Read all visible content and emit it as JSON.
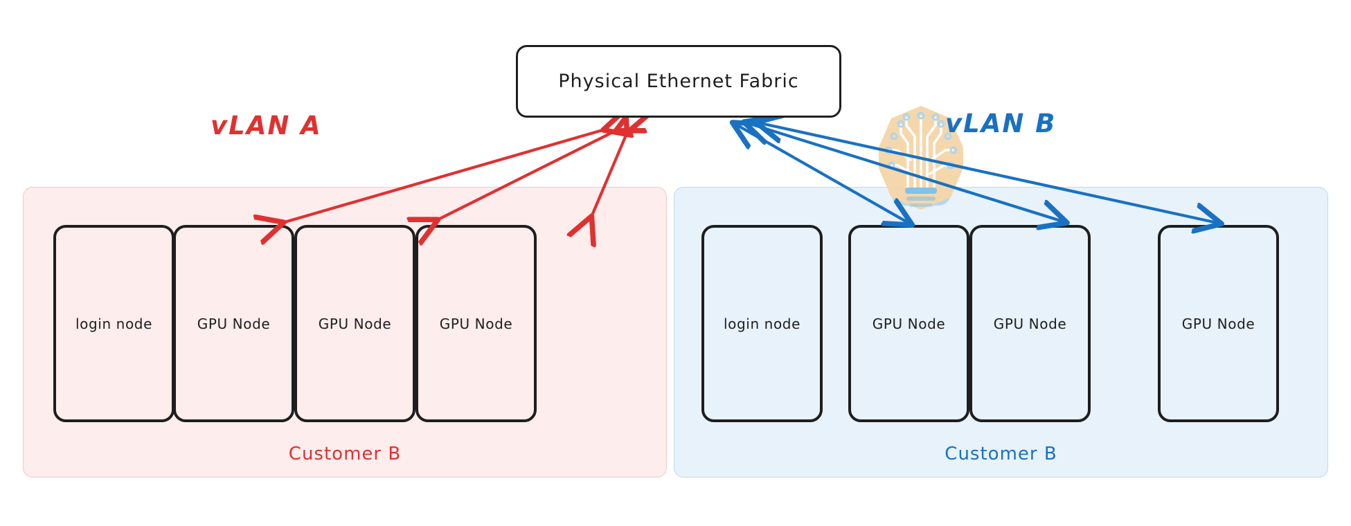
{
  "diagram": {
    "title_box": {
      "label": "Physical Ethernet Fabric"
    },
    "vlans": [
      {
        "id": "vlan-a",
        "title": "vLAN A",
        "color": "#e03131",
        "fill": "#fdeded",
        "border": "#f5c6c6",
        "footer": "Customer B",
        "nodes": [
          {
            "label": "login node"
          },
          {
            "label": "GPU Node"
          },
          {
            "label": "GPU Node"
          },
          {
            "label": "GPU Node"
          }
        ]
      },
      {
        "id": "vlan-b",
        "title": "vLAN B",
        "color": "#1971c2",
        "fill": "#e7f2fb",
        "border": "#bcd9ef",
        "footer": "Customer B",
        "nodes": [
          {
            "label": "login node"
          },
          {
            "label": "GPU Node"
          },
          {
            "label": "GPU Node"
          },
          {
            "label": "GPU Node"
          }
        ]
      }
    ],
    "watermark": {
      "name": "circuit-lightbulb-logo",
      "bulb_color": "#f5d5a8",
      "circuit_color": "#ffffff",
      "base_color": "#9fcdea"
    },
    "connections": {
      "vlan_a_arrow_color": "#e03131",
      "vlan_b_arrow_color": "#1971c2",
      "vlan_a_style": "double-headed",
      "vlan_b_style": "single-headed"
    }
  }
}
